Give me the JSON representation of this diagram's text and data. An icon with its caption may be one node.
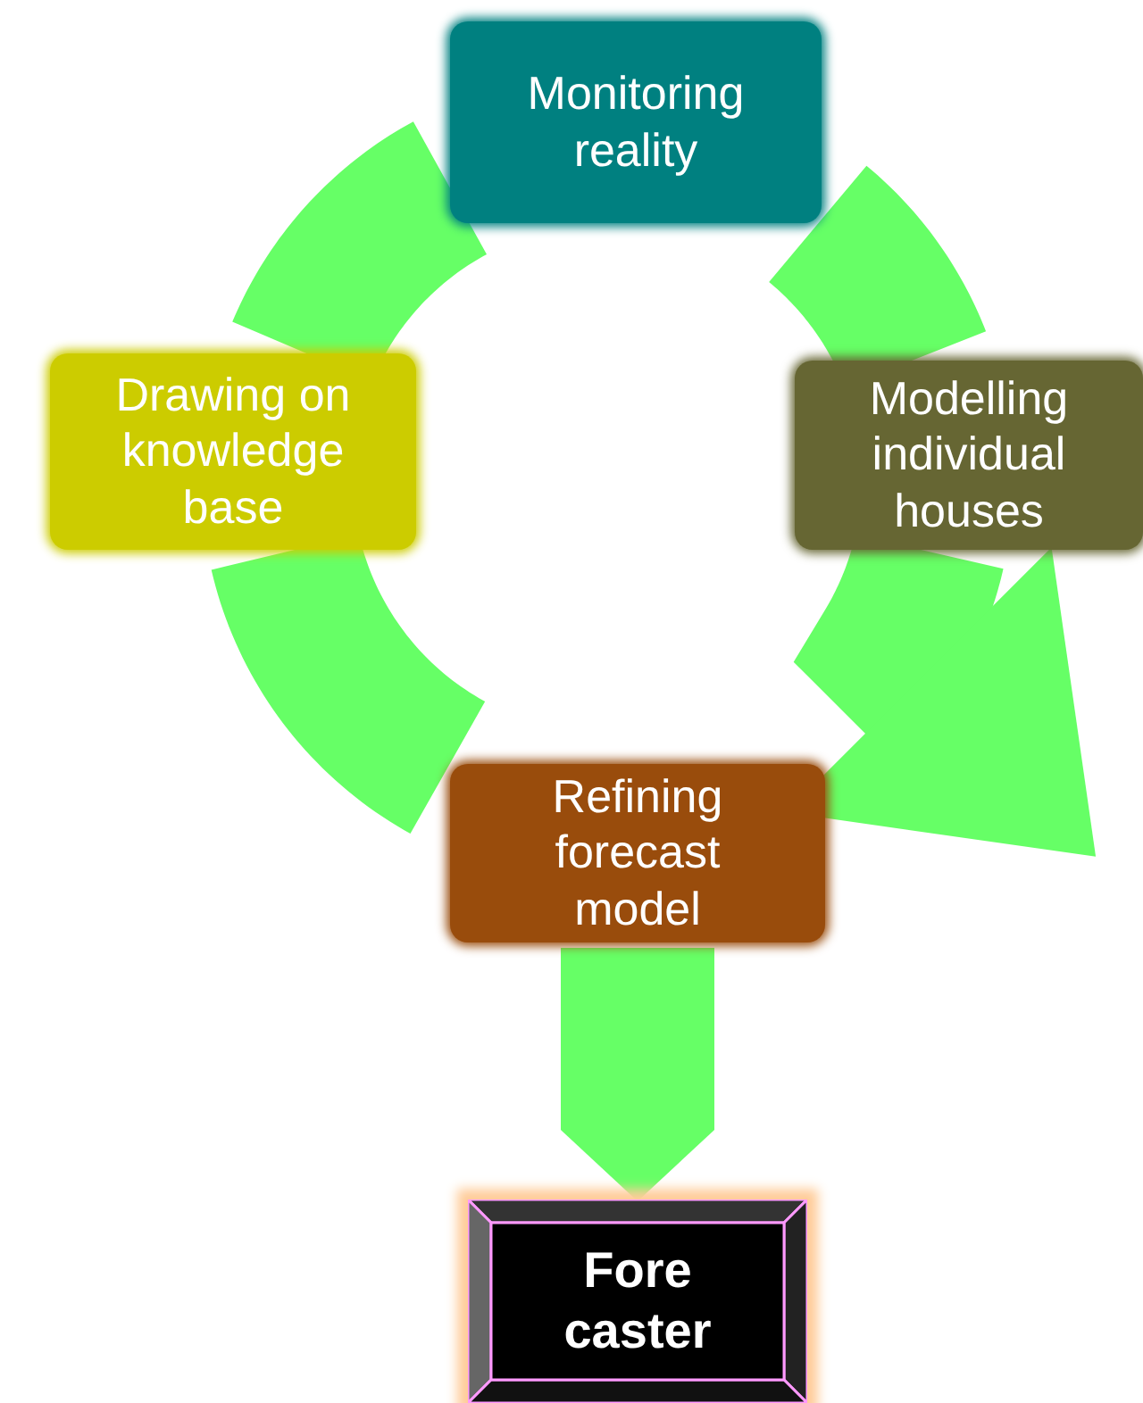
{
  "diagram": {
    "nodes": [
      {
        "text": [
          "Monitoring reality"
        ]
      },
      {
        "text": [
          "Drawing on knowledge base"
        ]
      },
      {
        "text": [
          "Modelling individual houses"
        ]
      },
      {
        "text": [
          "Refining forecast model"
        ]
      },
      {
        "text": [
          "Fore caster"
        ]
      }
    ],
    "edges": [
      {
        "from": 3,
        "to": 1,
        "arrow": "none"
      },
      {
        "from": 1,
        "to": 0,
        "arrow": "none"
      },
      {
        "from": 0,
        "to": 2,
        "arrow": "none"
      },
      {
        "from": 2,
        "to": 3,
        "arrow": "to"
      },
      {
        "from": 3,
        "to": 4,
        "arrow": "to"
      }
    ]
  }
}
